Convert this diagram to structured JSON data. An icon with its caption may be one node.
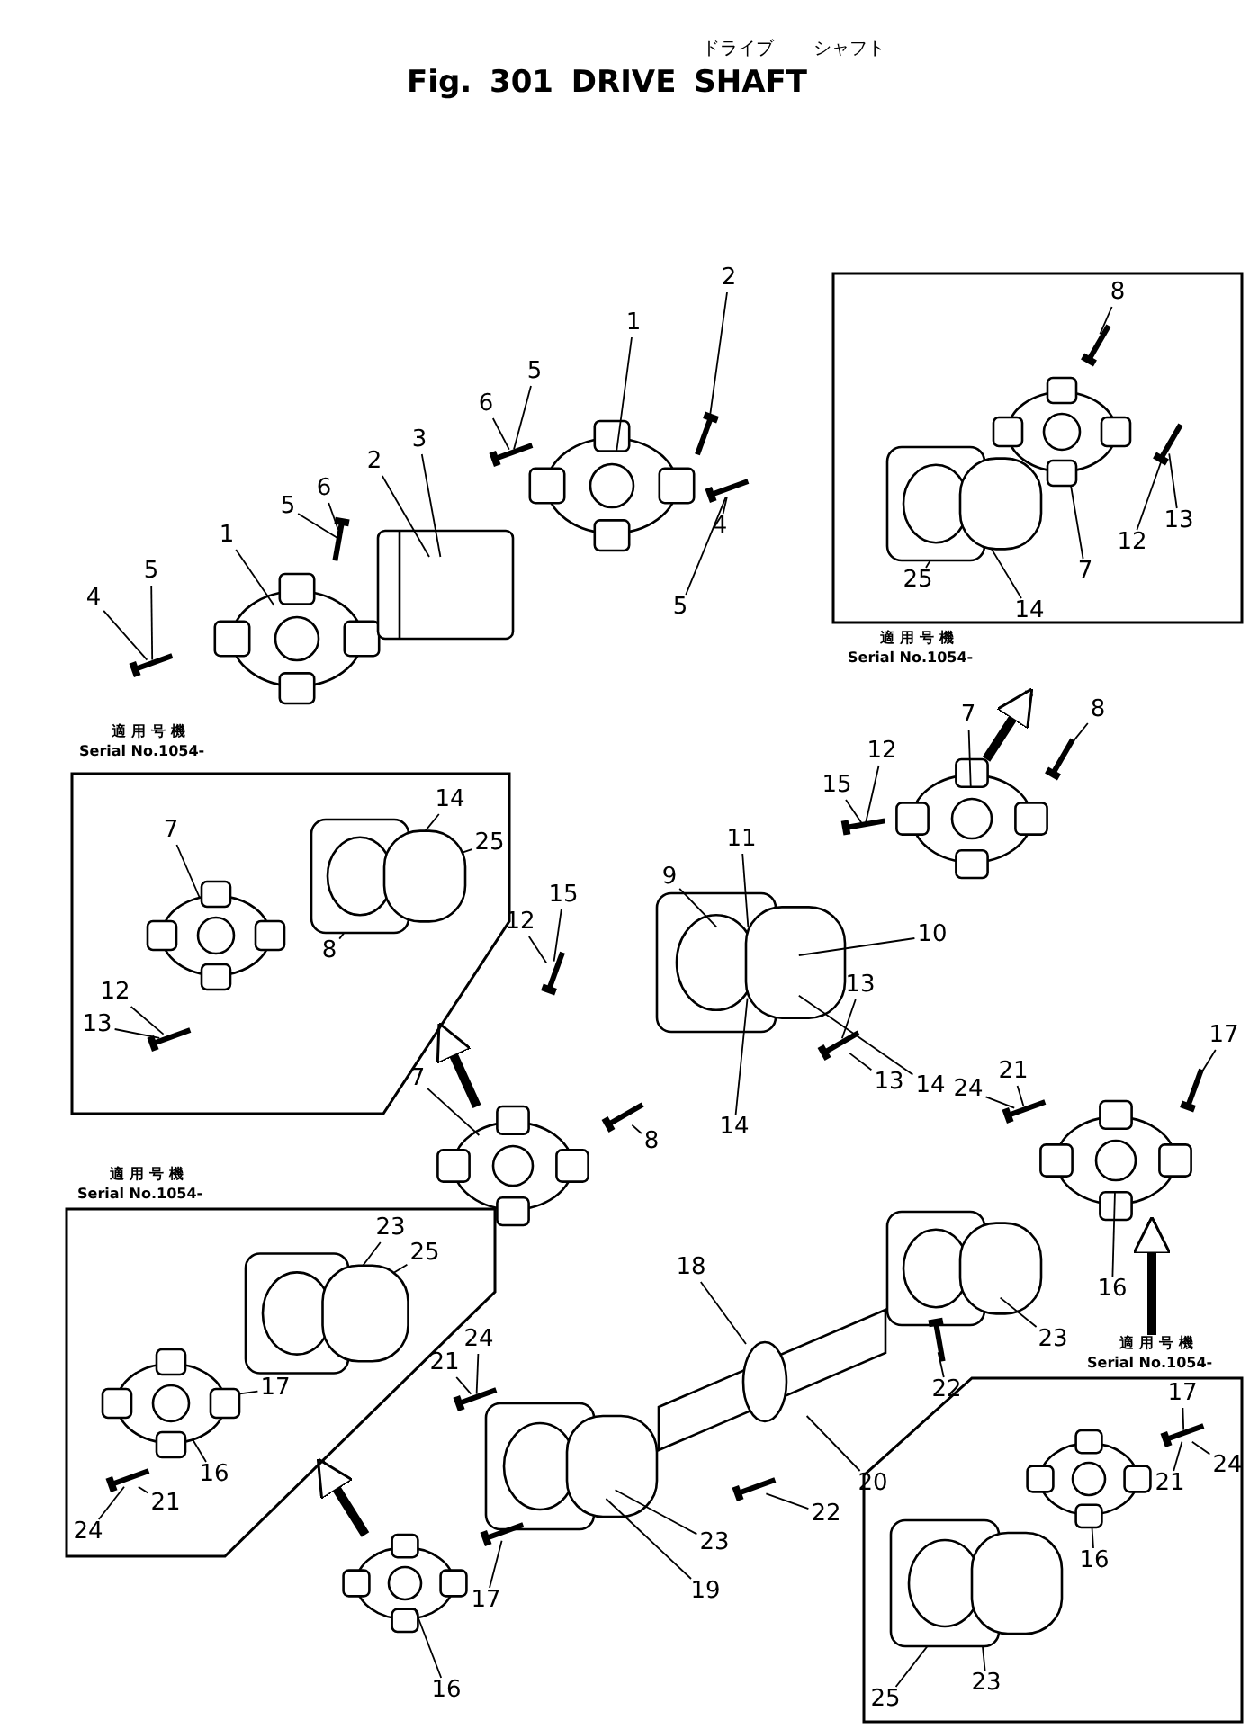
{
  "diagram": {
    "title": "Fig. 301 DRIVE SHAFT",
    "nodes": [
      {
        "text": [
          "適用号機",
          "Serial No.1054-"
        ]
      },
      {
        "text": [
          "8"
        ],
        "in": 0
      },
      {
        "text": [
          "12"
        ],
        "in": 0
      },
      {
        "text": [
          "13"
        ],
        "in": 0
      },
      {
        "text": [
          "7"
        ],
        "in": 0
      },
      {
        "text": [
          "25"
        ],
        "in": 0
      },
      {
        "text": [
          "14"
        ],
        "in": 0
      },
      {
        "text": [
          "2"
        ]
      },
      {
        "text": [
          "1"
        ]
      },
      {
        "text": [
          "5"
        ]
      },
      {
        "text": [
          "6"
        ]
      },
      {
        "text": [
          "3"
        ]
      },
      {
        "text": [
          "2"
        ]
      },
      {
        "text": [
          "6"
        ]
      },
      {
        "text": [
          "5"
        ]
      },
      {
        "text": [
          "1"
        ]
      },
      {
        "text": [
          "4"
        ]
      },
      {
        "text": [
          "5"
        ]
      },
      {
        "text": [
          "4"
        ]
      },
      {
        "text": [
          "5"
        ]
      },
      {
        "text": [
          "7"
        ]
      },
      {
        "text": [
          "8"
        ]
      },
      {
        "text": [
          "12"
        ]
      },
      {
        "text": [
          "15"
        ]
      },
      {
        "text": [
          "11"
        ]
      },
      {
        "text": [
          "9"
        ]
      },
      {
        "text": [
          "10"
        ]
      },
      {
        "text": [
          "適用号機",
          "Serial No.1054-"
        ]
      },
      {
        "text": [
          "7"
        ],
        "in": 27
      },
      {
        "text": [
          "14"
        ],
        "in": 27
      },
      {
        "text": [
          "25"
        ],
        "in": 27
      },
      {
        "text": [
          "8"
        ],
        "in": 27
      },
      {
        "text": [
          "12"
        ],
        "in": 27
      },
      {
        "text": [
          "13"
        ],
        "in": 27
      },
      {
        "text": [
          "12"
        ]
      },
      {
        "text": [
          "15"
        ]
      },
      {
        "text": [
          "7"
        ]
      },
      {
        "text": [
          "8"
        ]
      },
      {
        "text": [
          "13"
        ]
      },
      {
        "text": [
          "14"
        ]
      },
      {
        "text": [
          "13"
        ]
      },
      {
        "text": [
          "14"
        ]
      },
      {
        "text": [
          "24"
        ]
      },
      {
        "text": [
          "21"
        ]
      },
      {
        "text": [
          "17"
        ]
      },
      {
        "text": [
          "18"
        ]
      },
      {
        "text": [
          "16"
        ]
      },
      {
        "text": [
          "23"
        ]
      },
      {
        "text": [
          "22"
        ]
      },
      {
        "text": [
          "適用号機",
          "Serial No.1054-"
        ]
      },
      {
        "text": [
          "23"
        ],
        "in": 49
      },
      {
        "text": [
          "25"
        ],
        "in": 49
      },
      {
        "text": [
          "17"
        ],
        "in": 49
      },
      {
        "text": [
          "16"
        ],
        "in": 49
      },
      {
        "text": [
          "21"
        ],
        "in": 49
      },
      {
        "text": [
          "24"
        ],
        "in": 49
      },
      {
        "text": [
          "24"
        ]
      },
      {
        "text": [
          "21"
        ]
      },
      {
        "text": [
          "20"
        ]
      },
      {
        "text": [
          "22"
        ]
      },
      {
        "text": [
          "23"
        ]
      },
      {
        "text": [
          "19"
        ]
      },
      {
        "text": [
          "17"
        ]
      },
      {
        "text": [
          "16"
        ]
      },
      {
        "text": [
          "適用号機",
          "Serial No.1054-"
        ]
      },
      {
        "text": [
          "17"
        ],
        "in": 64
      },
      {
        "text": [
          "24"
        ],
        "in": 64
      },
      {
        "text": [
          "21"
        ],
        "in": 64
      },
      {
        "text": [
          "16"
        ],
        "in": 64
      },
      {
        "text": [
          "25"
        ],
        "in": 64
      },
      {
        "text": [
          "23"
        ],
        "in": 64
      },
      {
        "text": [],
        "shape": "picture"
      },
      {
        "text": [],
        "shape": "picture"
      },
      {
        "text": [],
        "shape": "picture"
      },
      {
        "text": [],
        "shape": "picture"
      },
      {
        "text": [],
        "shape": "picture"
      },
      {
        "text": [],
        "shape": "picture"
      },
      {
        "text": [],
        "shape": "picture"
      },
      {
        "text": [],
        "shape": "picture"
      },
      {
        "text": [],
        "shape": "picture"
      },
      {
        "text": [],
        "shape": "picture"
      },
      {
        "text": [],
        "shape": "picture"
      },
      {
        "text": [],
        "shape": "picture"
      },
      {
        "text": [],
        "shape": "picture"
      },
      {
        "text": [],
        "shape": "picture"
      },
      {
        "text": [],
        "shape": "picture"
      },
      {
        "text": [],
        "shape": "picture"
      },
      {
        "text": [],
        "shape": "picture"
      },
      {
        "text": [],
        "shape": "picture"
      },
      {
        "text": [],
        "shape": "picture"
      },
      {
        "text": [],
        "shape": "picture"
      },
      {
        "text": [],
        "shape": "picture"
      },
      {
        "text": [],
        "shape": "picture"
      },
      {
        "text": [],
        "shape": "picture"
      },
      {
        "text": [],
        "shape": "picture"
      },
      {
        "text": [],
        "shape": "picture"
      },
      {
        "text": [],
        "shape": "picture"
      },
      {
        "text": [],
        "shape": "picture"
      },
      {
        "text": [],
        "shape": "picture",
        "in": 0
      },
      {
        "text": [],
        "shape": "picture",
        "in": 0
      },
      {
        "text": [],
        "shape": "picture",
        "in": 0
      },
      {
        "text": [],
        "shape": "picture",
        "in": 0
      },
      {
        "text": [],
        "shape": "picture",
        "in": 27
      },
      {
        "text": [],
        "shape": "picture",
        "in": 27
      },
      {
        "text": [],
        "shape": "picture",
        "in": 27
      },
      {
        "text": [],
        "shape": "picture",
        "in": 49
      },
      {
        "text": [],
        "shape": "picture",
        "in": 49
      },
      {
        "text": [],
        "shape": "picture",
        "in": 49
      },
      {
        "text": [],
        "shape": "picture",
        "in": 64
      },
      {
        "text": [],
        "shape": "picture",
        "in": 64
      },
      {
        "text": [],
        "shape": "picture",
        "in": 64
      }
    ],
    "edges": [
      {
        "from": 1,
        "to": 100,
        "arrow": "none"
      },
      {
        "from": 2,
        "to": 101,
        "arrow": "none"
      },
      {
        "from": 3,
        "to": 101,
        "arrow": "none"
      },
      {
        "from": 4,
        "to": 98,
        "arrow": "none"
      },
      {
        "from": 5,
        "to": 99,
        "arrow": "none"
      },
      {
        "from": 6,
        "to": 99,
        "arrow": "none"
      },
      {
        "from": 7,
        "to": 85,
        "arrow": "none"
      },
      {
        "from": 8,
        "to": 72,
        "arrow": "none"
      },
      {
        "from": 9,
        "to": 84,
        "arrow": "none"
      },
      {
        "from": 10,
        "to": 84,
        "arrow": "none"
      },
      {
        "from": 11,
        "to": 73,
        "arrow": "none"
      },
      {
        "from": 12,
        "to": 73,
        "arrow": "none"
      },
      {
        "from": 13,
        "to": 83,
        "arrow": "none"
      },
      {
        "from": 14,
        "to": 83,
        "arrow": "none"
      },
      {
        "from": 15,
        "to": 71,
        "arrow": "none"
      },
      {
        "from": 16,
        "to": 86,
        "arrow": "none"
      },
      {
        "from": 17,
        "to": 86,
        "arrow": "none"
      },
      {
        "from": 18,
        "to": 82,
        "arrow": "none"
      },
      {
        "from": 19,
        "to": 82,
        "arrow": "none"
      },
      {
        "from": 20,
        "to": 74,
        "arrow": "none"
      },
      {
        "from": 21,
        "to": 91,
        "arrow": "none"
      },
      {
        "from": 22,
        "to": 87,
        "arrow": "none"
      },
      {
        "from": 23,
        "to": 87,
        "arrow": "none"
      },
      {
        "from": 24,
        "to": 75,
        "arrow": "none"
      },
      {
        "from": 25,
        "to": 75,
        "arrow": "none"
      },
      {
        "from": 26,
        "to": 75,
        "arrow": "none"
      },
      {
        "from": 28,
        "to": 102,
        "arrow": "none"
      },
      {
        "from": 29,
        "to": 103,
        "arrow": "none"
      },
      {
        "from": 30,
        "to": 103,
        "arrow": "none"
      },
      {
        "from": 31,
        "to": 103,
        "arrow": "none"
      },
      {
        "from": 32,
        "to": 104,
        "arrow": "none"
      },
      {
        "from": 33,
        "to": 104,
        "arrow": "none"
      },
      {
        "from": 34,
        "to": 88,
        "arrow": "none"
      },
      {
        "from": 35,
        "to": 88,
        "arrow": "none"
      },
      {
        "from": 36,
        "to": 76,
        "arrow": "none"
      },
      {
        "from": 37,
        "to": 90,
        "arrow": "none"
      },
      {
        "from": 38,
        "to": 89,
        "arrow": "none"
      },
      {
        "from": 39,
        "to": 75,
        "arrow": "none"
      },
      {
        "from": 40,
        "to": 89,
        "arrow": "none"
      },
      {
        "from": 41,
        "to": 75,
        "arrow": "none"
      },
      {
        "from": 42,
        "to": 93,
        "arrow": "none"
      },
      {
        "from": 43,
        "to": 93,
        "arrow": "none"
      },
      {
        "from": 44,
        "to": 92,
        "arrow": "none"
      },
      {
        "from": 45,
        "to": 77,
        "arrow": "none"
      },
      {
        "from": 46,
        "to": 80,
        "arrow": "none"
      },
      {
        "from": 47,
        "to": 78,
        "arrow": "none"
      },
      {
        "from": 48,
        "to": 94,
        "arrow": "none"
      },
      {
        "from": 50,
        "to": 106,
        "arrow": "none"
      },
      {
        "from": 51,
        "to": 106,
        "arrow": "none"
      },
      {
        "from": 52,
        "to": 105,
        "arrow": "none"
      },
      {
        "from": 53,
        "to": 105,
        "arrow": "none"
      },
      {
        "from": 54,
        "to": 107,
        "arrow": "none"
      },
      {
        "from": 55,
        "to": 107,
        "arrow": "none"
      },
      {
        "from": 56,
        "to": 97,
        "arrow": "none"
      },
      {
        "from": 57,
        "to": 97,
        "arrow": "none"
      },
      {
        "from": 58,
        "to": 77,
        "arrow": "none"
      },
      {
        "from": 59,
        "to": 95,
        "arrow": "none"
      },
      {
        "from": 60,
        "to": 79,
        "arrow": "none"
      },
      {
        "from": 61,
        "to": 79,
        "arrow": "none"
      },
      {
        "from": 62,
        "to": 96,
        "arrow": "none"
      },
      {
        "from": 63,
        "to": 81,
        "arrow": "none"
      },
      {
        "from": 65,
        "to": 110,
        "arrow": "none"
      },
      {
        "from": 66,
        "to": 110,
        "arrow": "none"
      },
      {
        "from": 67,
        "to": 110,
        "arrow": "none"
      },
      {
        "from": 68,
        "to": 108,
        "arrow": "none"
      },
      {
        "from": 69,
        "to": 109,
        "arrow": "none"
      },
      {
        "from": 70,
        "to": 109,
        "arrow": "none"
      },
      {
        "from": 74,
        "to": 0,
        "arrow": "to",
        "style": "thick"
      },
      {
        "from": 76,
        "to": 27,
        "arrow": "to",
        "style": "thick"
      },
      {
        "from": 81,
        "to": 49,
        "arrow": "to",
        "style": "thick"
      },
      {
        "from": 64,
        "to": 80,
        "arrow": "to",
        "style": "thick"
      }
    ],
    "labels": [
      "ドライブ",
      "シャフト"
    ]
  }
}
